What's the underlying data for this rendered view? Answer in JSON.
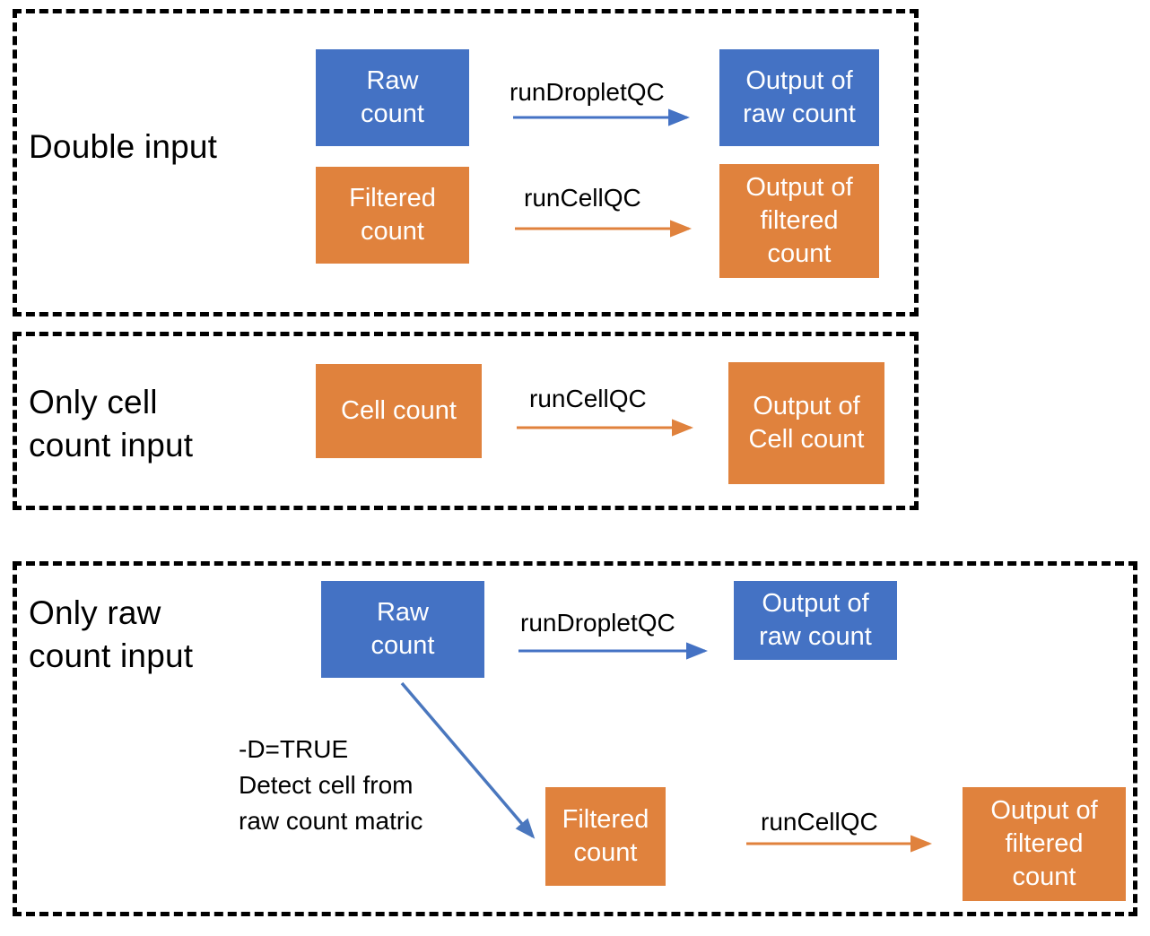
{
  "colors": {
    "blue": "#4472C4",
    "orange": "#E0823D",
    "panel_border": "#000000",
    "text_dark": "#000000",
    "node_text": "#FFFFFF"
  },
  "panels": [
    {
      "id": "double",
      "label": "Double input",
      "nodes": [
        {
          "id": "raw",
          "text": "Raw\ncount",
          "color": "blue"
        },
        {
          "id": "rawout",
          "text": "Output of\nraw count",
          "color": "blue"
        },
        {
          "id": "filt",
          "text": "Filtered\ncount",
          "color": "orange"
        },
        {
          "id": "filtout",
          "text": "Output of\nfiltered\ncount",
          "color": "orange"
        }
      ],
      "edges": [
        {
          "id": "e1",
          "label": "runDropletQC",
          "color": "blue"
        },
        {
          "id": "e2",
          "label": "runCellQC",
          "color": "orange"
        }
      ]
    },
    {
      "id": "cell",
      "label": "Only cell\ncount input",
      "nodes": [
        {
          "id": "cell",
          "text": "Cell count",
          "color": "orange"
        },
        {
          "id": "cellout",
          "text": "Output of\nCell count",
          "color": "orange"
        }
      ],
      "edges": [
        {
          "id": "e3",
          "label": "runCellQC",
          "color": "orange"
        }
      ]
    },
    {
      "id": "raw",
      "label": "Only raw\ncount input",
      "nodes": [
        {
          "id": "raw",
          "text": "Raw\ncount",
          "color": "blue"
        },
        {
          "id": "rawout",
          "text": "Output of\nraw count",
          "color": "blue"
        },
        {
          "id": "filt",
          "text": "Filtered\ncount",
          "color": "orange"
        },
        {
          "id": "filtout",
          "text": "Output of\nfiltered\ncount",
          "color": "orange"
        }
      ],
      "edges": [
        {
          "id": "e4",
          "label": "runDropletQC",
          "color": "blue"
        },
        {
          "id": "e5",
          "label": "runCellQC",
          "color": "orange"
        }
      ],
      "annotations": [
        {
          "id": "detect",
          "text": "-D=TRUE\nDetect cell from\nraw count matric"
        }
      ]
    }
  ]
}
